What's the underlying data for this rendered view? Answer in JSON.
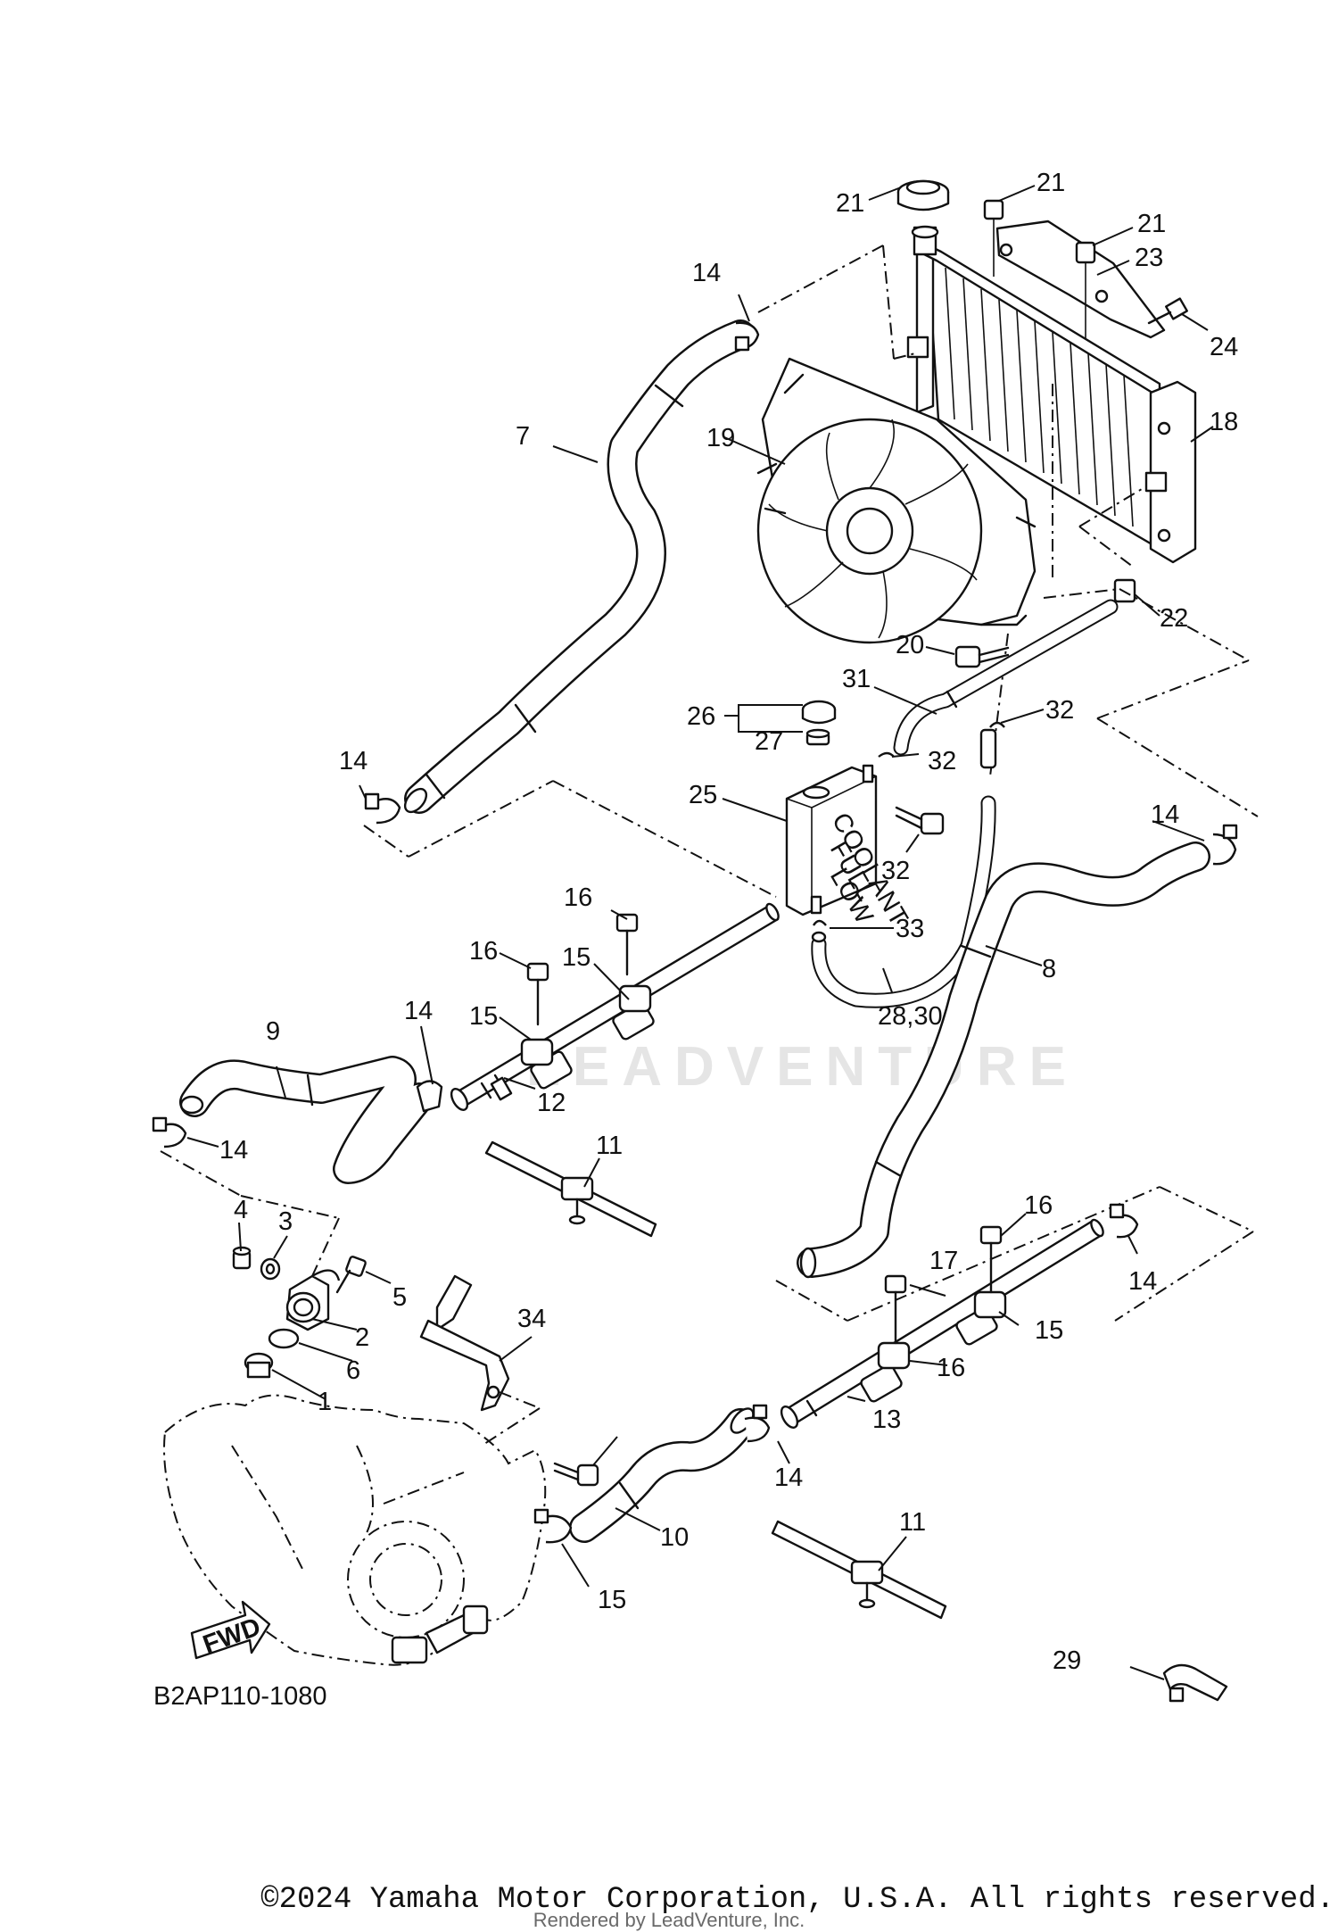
{
  "diagram": {
    "reference_code": "B2AP110-1080",
    "copyright": "©2024 Yamaha Motor Corporation, U.S.A. All rights reserved.",
    "watermark": "Rendered by LeadVenture, Inc.",
    "background_logo": "LEADVENTURE",
    "direction_arrow": "FWD",
    "reservoir_markings": [
      "COOLANT",
      "FULL",
      "LOW"
    ],
    "callouts": [
      "1",
      "2",
      "3",
      "4",
      "5",
      "6",
      "7",
      "8",
      "9",
      "10",
      "11",
      "11",
      "12",
      "13",
      "14",
      "14",
      "14",
      "14",
      "14",
      "14",
      "14",
      "15",
      "15",
      "15",
      "15",
      "16",
      "16",
      "16",
      "16",
      "17",
      "18",
      "19",
      "20",
      "21",
      "21",
      "21",
      "22",
      "23",
      "24",
      "25",
      "26",
      "27",
      "28,30",
      "29",
      "31",
      "32",
      "32",
      "32",
      "33",
      "34"
    ]
  }
}
